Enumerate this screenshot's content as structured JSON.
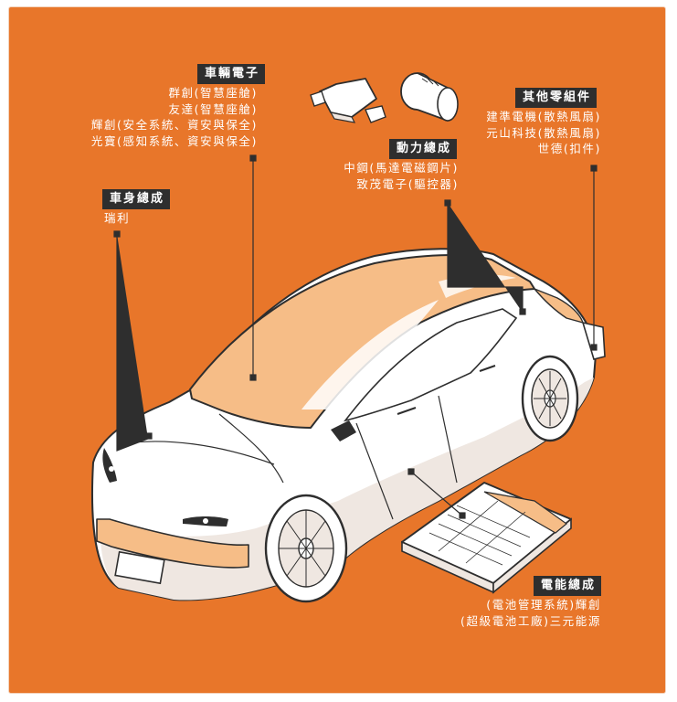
{
  "groups": {
    "vehicle_electronics": {
      "title": "車輛電子",
      "items": [
        "群創(智慧座艙)",
        "友達(智慧座艙)",
        "輝創(安全系統、資安與保全)",
        "光寶(感知系統、資安與保全)"
      ]
    },
    "body_assembly": {
      "title": "車身總成",
      "items": [
        "瑞利"
      ]
    },
    "powertrain": {
      "title": "動力總成",
      "items": [
        "中鋼(馬達電磁鋼片)",
        "致茂電子(驅控器)"
      ]
    },
    "other_parts": {
      "title": "其他零組件",
      "items": [
        "建準電機(散熱風扇)",
        "元山科技(散熱風扇)",
        "世德(扣件)"
      ]
    },
    "energy_assembly": {
      "title": "電能總成",
      "items": [
        "(電池管理系統)輝創",
        "(超級電池工廠)三元能源"
      ]
    }
  },
  "colors": {
    "background": "#e8762a",
    "highlight": "#f6bd87",
    "label_bg": "#2e2e2e",
    "text": "#ffffff",
    "car_body": "#ffffff",
    "outline": "#2e2e2e"
  }
}
